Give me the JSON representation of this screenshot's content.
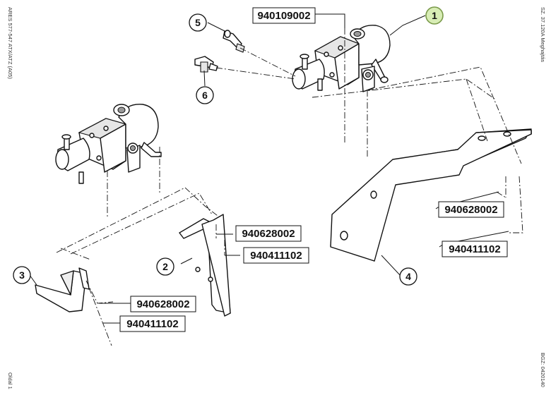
{
  "side_labels": {
    "left_top": "ARES 577-547 ATX/ATZ (A05)",
    "left_bottom": "Oldal 1",
    "right_top": "SZ. 37.120A  Meghajtás",
    "right_bottom": "BGZ: 0420140"
  },
  "callouts": [
    {
      "number": "1",
      "highlighted": true
    },
    {
      "number": "2"
    },
    {
      "number": "3"
    },
    {
      "number": "4"
    },
    {
      "number": "5"
    },
    {
      "number": "6"
    }
  ],
  "part_numbers": {
    "valve_top": "940109002",
    "bracket_right_a": "940628002",
    "bracket_right_b": "940411102",
    "bracket_left_a": "940628002",
    "bracket_left_b": "940411102",
    "bracket_left_c": "940628002",
    "bracket_left_d": "940411102"
  },
  "colors": {
    "callout_highlight": "#d8edb5",
    "callout_highlight_border": "#7a9a4a",
    "line": "#111111"
  }
}
